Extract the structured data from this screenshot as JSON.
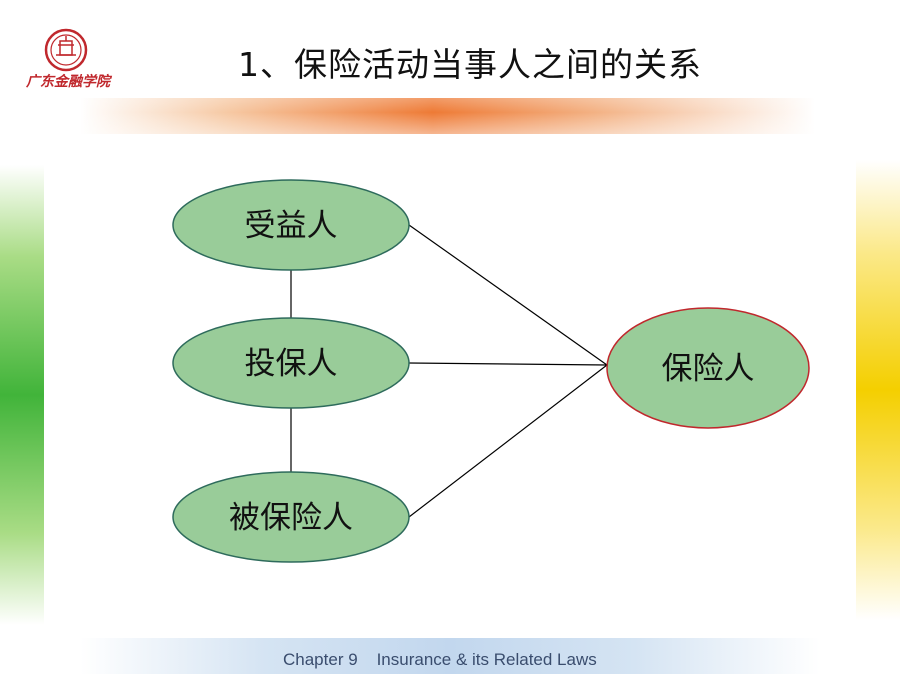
{
  "title": "1、保险活动当事人之间的关系",
  "logo": {
    "text": "广东金融学院",
    "color": "#c0282d"
  },
  "footer": {
    "chapter": "Chapter 9",
    "subject": "Insurance & its Related Laws"
  },
  "diagram": {
    "nodes": [
      {
        "id": "beneficiary",
        "label": "受益人"
      },
      {
        "id": "applicant",
        "label": "投保人"
      },
      {
        "id": "insured",
        "label": "被保险人"
      },
      {
        "id": "insurer",
        "label": "保险人"
      }
    ],
    "edges": [
      {
        "from": "beneficiary",
        "to": "applicant"
      },
      {
        "from": "applicant",
        "to": "insured"
      },
      {
        "from": "beneficiary",
        "to": "insurer"
      },
      {
        "from": "applicant",
        "to": "insurer"
      },
      {
        "from": "insured",
        "to": "insurer"
      }
    ],
    "colors": {
      "node_fill": "#99cc99",
      "party_border": "#2e6b5c",
      "insurer_border": "#c0282d",
      "edge": "#000000"
    }
  }
}
